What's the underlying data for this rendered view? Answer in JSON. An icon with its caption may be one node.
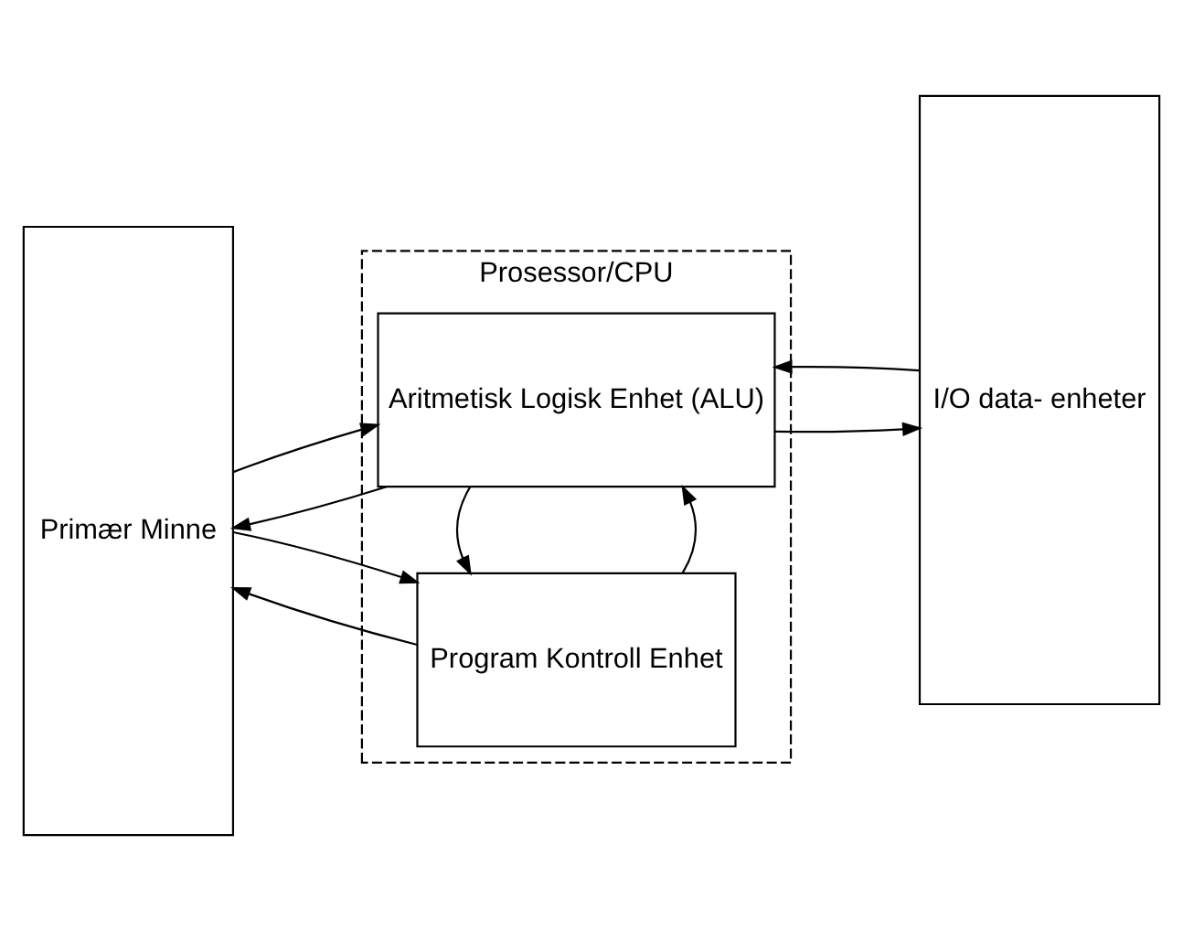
{
  "diagram": {
    "nodes": [
      {
        "text": [
          "Primær Minne"
        ]
      },
      {
        "text": [
          "Prosessor/CPU"
        ]
      },
      {
        "text": [
          "Aritmetisk Logisk Enhet (ALU)"
        ],
        "in": 1
      },
      {
        "text": [
          "Program Kontroll Enhet"
        ],
        "in": 1
      },
      {
        "text": [
          "I/O data- enheter"
        ]
      }
    ],
    "edges": [
      {
        "from": 0,
        "to": 2,
        "arrow": "to"
      },
      {
        "from": 2,
        "to": 0,
        "arrow": "to"
      },
      {
        "from": 0,
        "to": 3,
        "arrow": "to"
      },
      {
        "from": 3,
        "to": 0,
        "arrow": "to"
      },
      {
        "from": 2,
        "to": 4,
        "arrow": "to"
      },
      {
        "from": 4,
        "to": 2,
        "arrow": "to"
      },
      {
        "from": 3,
        "to": 2,
        "arrow": "to"
      },
      {
        "from": 2,
        "to": 3,
        "arrow": "to"
      }
    ]
  }
}
